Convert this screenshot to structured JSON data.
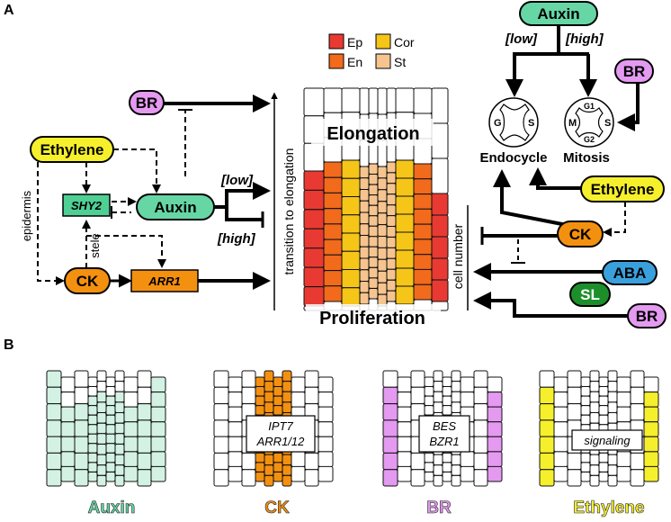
{
  "panels": {
    "a": "A",
    "b": "B"
  },
  "legend": [
    {
      "label": "Ep",
      "color": "#e83a32"
    },
    {
      "label": "Cor",
      "color": "#f5c518"
    },
    {
      "label": "En",
      "color": "#f26a1b"
    },
    {
      "label": "St",
      "color": "#f6c48f"
    }
  ],
  "colors": {
    "auxin": "#66d6a5",
    "auxin_light": "#d3f2e4",
    "ck": "#f4900f",
    "br": "#e49af0",
    "ethylene": "#f6ef2c",
    "aba": "#3aa0dd",
    "sl": "#1c8f2a",
    "shy2": "#4fcf94"
  },
  "left": {
    "br": "BR",
    "ethylene": "Ethylene",
    "auxin": "Auxin",
    "shy2": "SHY2",
    "ck": "CK",
    "arr1": "ARR1",
    "low": "[low]",
    "high": "[high]",
    "epidermis": "epidermis",
    "stele": "stele"
  },
  "center": {
    "axis_label": "transition to elongation",
    "elongation": "Elongation",
    "proliferation": "Proliferation"
  },
  "right": {
    "auxin": "Auxin",
    "low": "[low]",
    "high": "[high]",
    "br_top": "BR",
    "endocycle": "Endocycle",
    "mitosis": "Mitosis",
    "ethylene": "Ethylene",
    "ck": "CK",
    "cell_number": "cell number",
    "aba": "ABA",
    "sl": "SL",
    "br_bottom": "BR",
    "cycle_g": "G",
    "cycle_s": "S",
    "cycle_m": "M",
    "cycle_g1": "G1",
    "cycle_g2": "G2"
  },
  "bottom": [
    {
      "label": "Auxin",
      "box": []
    },
    {
      "label": "CK",
      "box": [
        "IPT7",
        "ARR1/12"
      ]
    },
    {
      "label": "BR",
      "box": [
        "BES",
        "BZR1"
      ]
    },
    {
      "label": "Ethylene",
      "box": [
        "signaling"
      ]
    }
  ]
}
